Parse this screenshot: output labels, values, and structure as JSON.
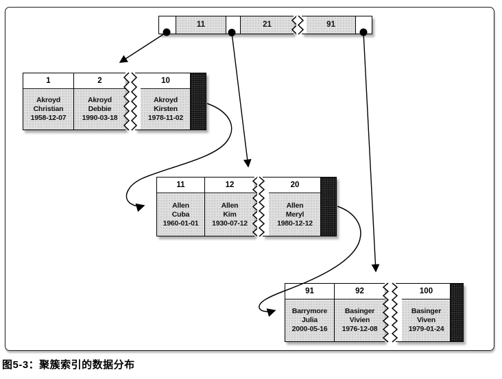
{
  "figure": {
    "caption": "图5-3：聚簇索引的数据分布"
  },
  "root": {
    "keys": [
      "11",
      "21",
      "91"
    ]
  },
  "pages": {
    "a": {
      "records": [
        {
          "key": "1",
          "last": "Akroyd",
          "first": "Christian",
          "dob": "1958-12-07"
        },
        {
          "key": "2",
          "last": "Akroyd",
          "first": "Debbie",
          "dob": "1990-03-18"
        }
      ],
      "torn": {
        "key": "10",
        "last": "Akroyd",
        "first": "Kirsten",
        "dob": "1978-11-02"
      }
    },
    "b": {
      "records": [
        {
          "key": "11",
          "last": "Allen",
          "first": "Cuba",
          "dob": "1960-01-01"
        },
        {
          "key": "12",
          "last": "Allen",
          "first": "Kim",
          "dob": "1930-07-12"
        }
      ],
      "torn": {
        "key": "20",
        "last": "Allen",
        "first": "Meryl",
        "dob": "1980-12-12"
      }
    },
    "c": {
      "records": [
        {
          "key": "91",
          "last": "Barrymore",
          "first": "Julia",
          "dob": "2000-05-16"
        },
        {
          "key": "92",
          "last": "Basinger",
          "first": "Vivien",
          "dob": "1976-12-08"
        }
      ],
      "torn": {
        "key": "100",
        "last": "Basinger",
        "first": "Viven",
        "dob": "1979-01-24"
      }
    }
  },
  "colors": {
    "page_fill": "#e2e2e2",
    "dark_strip": "#333333",
    "line": "#000000"
  }
}
